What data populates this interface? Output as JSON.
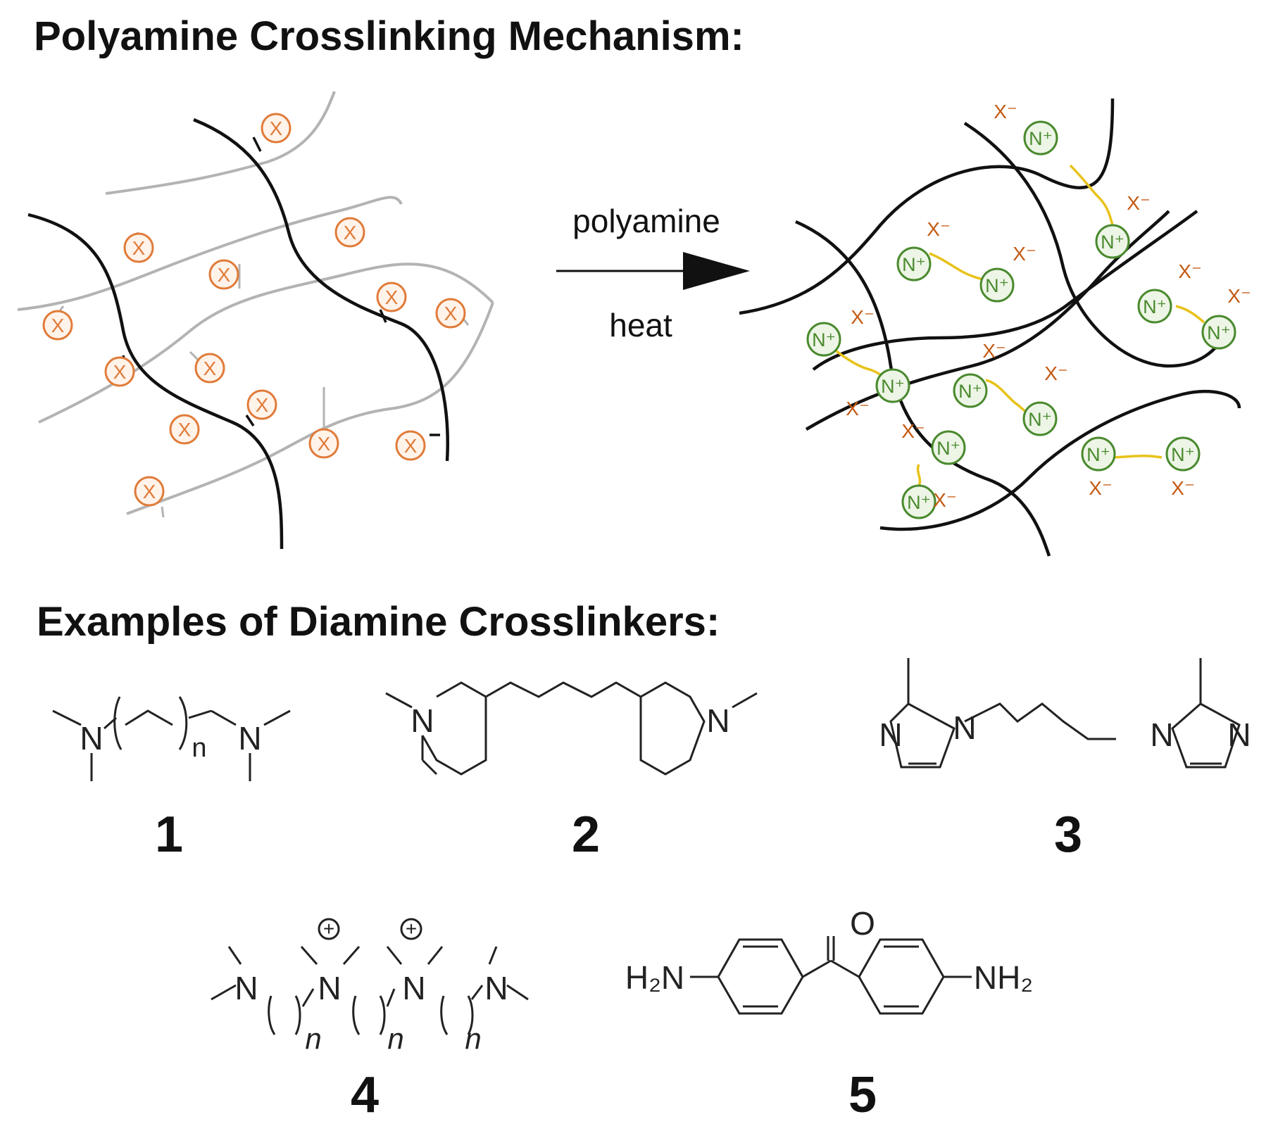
{
  "mechanism": {
    "title": "Polyamine Crosslinking Mechanism:",
    "arrow_top": "polyamine",
    "arrow_bottom": "heat",
    "leaving_group": "X",
    "anion": "X⁻",
    "ammonium": "N⁺"
  },
  "examples": {
    "title": "Examples of Diamine Crosslinkers:",
    "compounds": [
      {
        "label": "1"
      },
      {
        "label": "2"
      },
      {
        "label": "3"
      },
      {
        "label": "4"
      },
      {
        "label": "5"
      }
    ],
    "atoms": {
      "N": "N",
      "O": "O",
      "n": "n",
      "plus": "+",
      "h2n": "H₂N",
      "nh2": "NH₂"
    }
  },
  "colors": {
    "backbone": "#111111",
    "grafted_chain": "#b3b3b3",
    "leaving_group": "#e07b39",
    "ammonium": "#4a8a2e",
    "linker": "#e8c21a",
    "anion": "#c45a12"
  }
}
